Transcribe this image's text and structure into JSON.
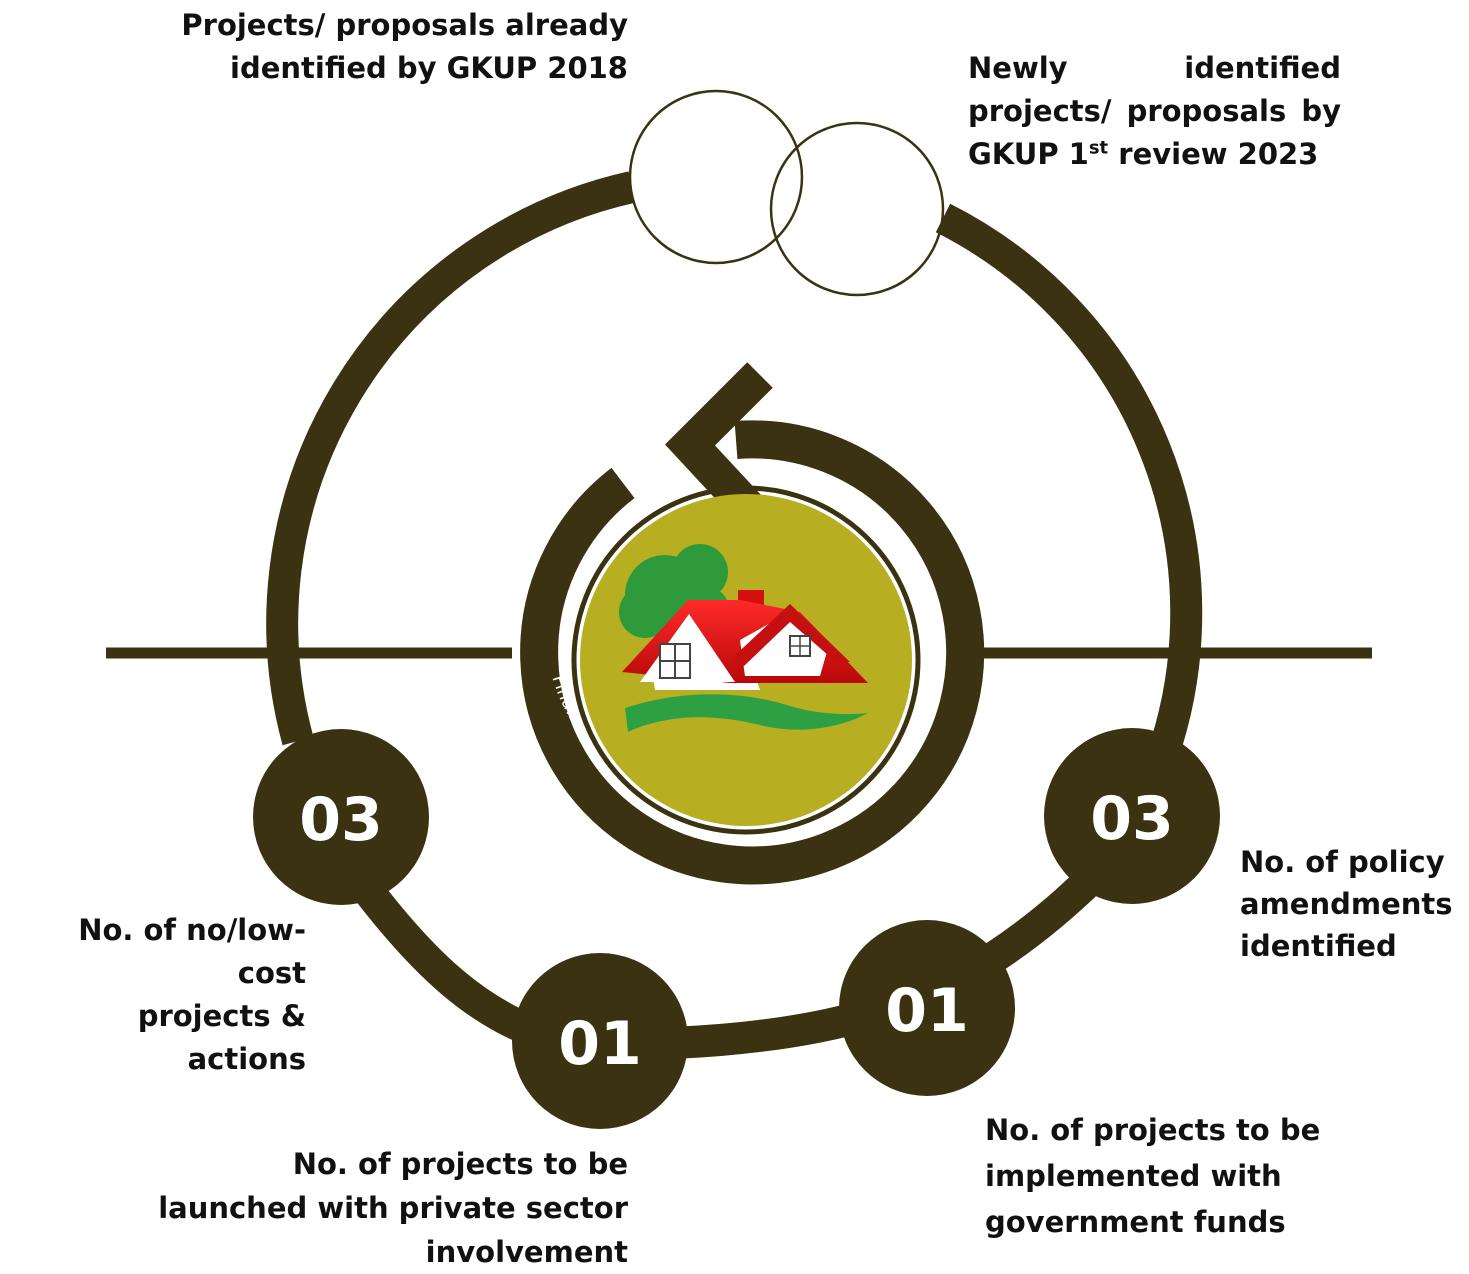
{
  "colors": {
    "primary": "#3a3210",
    "logo_fill": "#b8ae22",
    "roof": "#e01010",
    "grass": "#2ea044",
    "tree": "#2e9a3c"
  },
  "badges": {
    "low_cost": "03",
    "private_sector": "01",
    "government_funds": "01",
    "policy_amendments": "03"
  },
  "labels": {
    "gkup_2018": [
      "Projects/ proposals already",
      "identified by GKUP 2018"
    ],
    "gkup_review": {
      "line1": "Newly identified",
      "line2": "projects/ proposals by",
      "line3_pre": "GKUP 1",
      "line3_sup": "st",
      "line3_post": " review 2023"
    },
    "low_cost": [
      "No. of no/low-cost",
      "projects & actions"
    ],
    "private_sector": [
      "No. of projects to be",
      "launched with private sector",
      "involvement"
    ],
    "government_funds": [
      "No. of projects to be",
      "implemented with",
      "government funds"
    ],
    "policy_amendments": [
      "No. of policy",
      "amendments",
      "identified"
    ]
  },
  "logo": {
    "ring_text": "Finalized priority projects for accelerated implementation",
    "icon": "house-with-tree-icon"
  }
}
